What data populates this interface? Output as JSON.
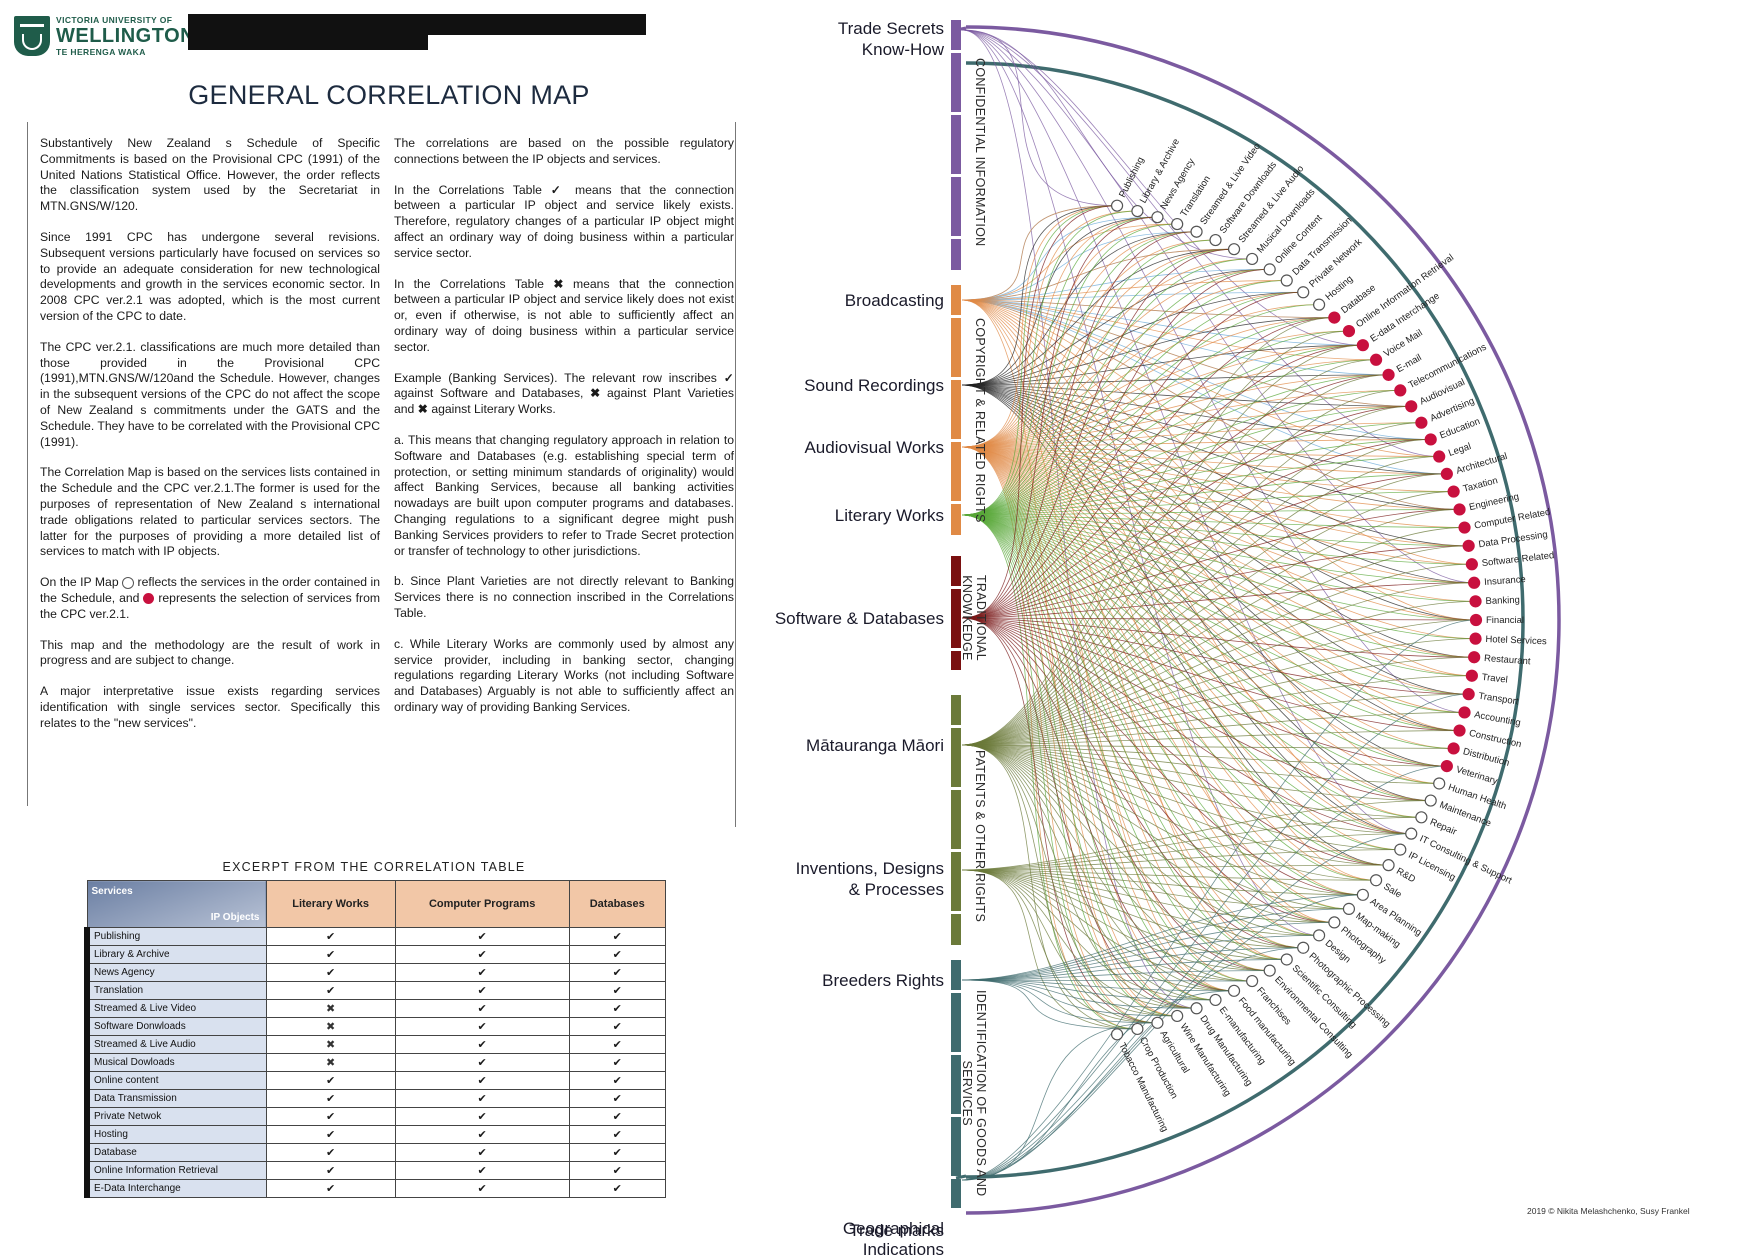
{
  "header": {
    "logo_line1": "VICTORIA UNIVERSITY OF",
    "logo_line2": "WELLINGTON",
    "logo_line3": "TE HERENGA WAKA",
    "title": "GENERAL CORRELATION MAP"
  },
  "left_column": {
    "p1": "Substantively New Zealand s Schedule of Specific Commitments is based on the Provisional CPC (1991) of the United Nations Statistical Office. However, the order reflects the classification system used by the Secretariat in MTN.GNS/W/120.",
    "p2": "Since 1991 CPC has undergone several revisions. Subsequent versions particularly have focused on services so to provide an adequate consideration for new technological developments and growth in the services economic sector. In 2008 CPC ver.2.1 was adopted, which is the most current version of the CPC to date.",
    "p3": "The CPC ver.2.1. classifications are much more detailed than those provided in the Provisional CPC (1991),MTN.GNS/W/120and the Schedule. However, changes in the subsequent versions of the CPC do not affect the scope of New Zealand s commitments under the GATS and the Schedule. They have to be correlated with the Provisional CPC (1991).",
    "p4": "The Correlation Map is based on the services lists contained in the Schedule and the CPC ver.2.1.The former is used for the purposes of representation of New Zealand s international trade obligations related to particular services sectors. The latter for the purposes of providing a more detailed list of services to match with IP objects.",
    "p5a": "On the IP Map",
    "p5b": "reflects the services in the order contained in the Schedule, and",
    "p5c": "represents the selection of services from the CPC ver.2.1.",
    "p6": "This map and the methodology are the result of work in progress and are subject to change.",
    "p7": "A major interpretative issue exists regarding services identification with single services sector. Specifically this relates to the \"new services\"."
  },
  "right_column": {
    "p1": "The correlations are based on the possible regulatory connections between the IP objects and services.",
    "p2a": "In the Correlations Table",
    "p2b": "means that the connection between a particular IP object and service likely exists. Therefore, regulatory changes of a particular IP object might affect an ordinary way of doing business within a particular service sector.",
    "p3a": "In the Correlations Table",
    "p3b": "means that the connection between a particular IP object and service likely does not exist or, even if otherwise, is not able to sufficiently affect an ordinary way of doing business within a particular service sector.",
    "p4a": "Example (Banking Services). The relevant row inscribes",
    "p4b": "against Software and Databases,",
    "p4c": "against Plant Varieties and",
    "p4d": "against Literary Works.",
    "p5": "a. This means that changing regulatory approach in relation to Software and Databases (e.g. establishing special term of protection, or setting minimum standards of originality) would affect Banking Services, because all banking activities nowadays are built upon computer programs and databases. Changing regulations to a significant degree might push Banking Services providers to refer to Trade Secret protection or transfer of technology to other jurisdictions.",
    "p6": "b. Since Plant Varieties are not directly relevant to Banking Services there is no connection inscribed in the Correlations Table.",
    "p7": "c. While Literary Works are commonly used by almost any service provider, including in banking sector, changing regulations regarding Literary Works (not including Software and Databases) Arguably is not able to sufficiently affect an ordinary way of providing Banking Services.",
    "check": "✓",
    "cross": "✖"
  },
  "table": {
    "title": "EXCERPT FROM THE CORRELATION TABLE",
    "corner_top": "Services",
    "corner_bottom": "IP Objects",
    "columns": [
      "Literary Works",
      "Computer Programs",
      "Databases"
    ],
    "rows": [
      {
        "service": "Publishing",
        "marks": [
          "✔",
          "✔",
          "✔"
        ]
      },
      {
        "service": "Library & Archive",
        "marks": [
          "✔",
          "✔",
          "✔"
        ]
      },
      {
        "service": "News Agency",
        "marks": [
          "✔",
          "✔",
          "✔"
        ]
      },
      {
        "service": "Translation",
        "marks": [
          "✔",
          "✔",
          "✔"
        ]
      },
      {
        "service": "Streamed & Live Video",
        "marks": [
          "✖",
          "✔",
          "✔"
        ]
      },
      {
        "service": "Software Donwloads",
        "marks": [
          "✖",
          "✔",
          "✔"
        ]
      },
      {
        "service": "Streamed & Live Audio",
        "marks": [
          "✖",
          "✔",
          "✔"
        ]
      },
      {
        "service": "Musical Dowloads",
        "marks": [
          "✖",
          "✔",
          "✔"
        ]
      },
      {
        "service": "Online content",
        "marks": [
          "✔",
          "✔",
          "✔"
        ]
      },
      {
        "service": "Data Transmission",
        "marks": [
          "✔",
          "✔",
          "✔"
        ]
      },
      {
        "service": "Private Netwok",
        "marks": [
          "✔",
          "✔",
          "✔"
        ]
      },
      {
        "service": "Hosting",
        "marks": [
          "✔",
          "✔",
          "✔"
        ]
      },
      {
        "service": "Database",
        "marks": [
          "✔",
          "✔",
          "✔"
        ]
      },
      {
        "service": "Online Information Retrieval",
        "marks": [
          "✔",
          "✔",
          "✔"
        ]
      },
      {
        "service": "E-Data Interchange",
        "marks": [
          "✔",
          "✔",
          "✔"
        ]
      }
    ]
  },
  "map": {
    "ip_objects": [
      {
        "label": "Trade Secrets\nKnow-How",
        "color": "#7b5aa0"
      },
      {
        "label": "Broadcasting",
        "color": "#6aaad8"
      },
      {
        "label": "Sound Recordings",
        "color": "#e08a45"
      },
      {
        "label": "Audiovisual Works",
        "color": "#222222"
      },
      {
        "label": "Literary Works",
        "color": "#e08a45"
      },
      {
        "label": "Software & Databases",
        "color": "#5aa83a"
      },
      {
        "label": "Mātauranga Māori",
        "color": "#7a1a1a"
      },
      {
        "label": "Inventions, Designs\n& Processes",
        "color": "#6b7a3a"
      },
      {
        "label": "Breeders Rights",
        "color": "#6b7a3a"
      },
      {
        "label": "Geographical\nIndications",
        "color": "#3f6b6e"
      },
      {
        "label": "Trade marks",
        "color": "#3f6b6e"
      }
    ],
    "categories": [
      {
        "label": "CONFIDENTIAL INFORMATION",
        "color": "#7b5aa0"
      },
      {
        "label": "COPYRIGHT & RELATED RIGHTS",
        "color": "#e08a45"
      },
      {
        "label": "TRADITIONAL\nKNOWKEDGE",
        "color": "#7a1010"
      },
      {
        "label": "PATENTS & OTHER RIGHTS",
        "color": "#6b7a3a"
      },
      {
        "label": "IDENTIFICATION OF GOODS AND\nSERVICES",
        "color": "#3f6b6e"
      }
    ],
    "services": [
      {
        "label": "Publishing",
        "filled": false
      },
      {
        "label": "Library & Archive",
        "filled": false
      },
      {
        "label": "News Agency",
        "filled": false
      },
      {
        "label": "Translation",
        "filled": false
      },
      {
        "label": "Streamed & Live Video",
        "filled": false
      },
      {
        "label": "Software Downloads",
        "filled": false
      },
      {
        "label": "Streamed & Live Audio",
        "filled": false
      },
      {
        "label": "Musical Downloads",
        "filled": false
      },
      {
        "label": "Online Content",
        "filled": false
      },
      {
        "label": "Data Transmission",
        "filled": false
      },
      {
        "label": "Private Network",
        "filled": false
      },
      {
        "label": "Hosting",
        "filled": false
      },
      {
        "label": "Database",
        "filled": true
      },
      {
        "label": "Online Information Retrieval",
        "filled": true
      },
      {
        "label": "E-data Interchange",
        "filled": true
      },
      {
        "label": "Voice Mail",
        "filled": true
      },
      {
        "label": "E-mail",
        "filled": true
      },
      {
        "label": "Telecommunications",
        "filled": true
      },
      {
        "label": "Audiovisual",
        "filled": true
      },
      {
        "label": "Advertising",
        "filled": true
      },
      {
        "label": "Education",
        "filled": true
      },
      {
        "label": "Legal",
        "filled": true
      },
      {
        "label": "Architectural",
        "filled": true
      },
      {
        "label": "Taxation",
        "filled": true
      },
      {
        "label": "Engineering",
        "filled": true
      },
      {
        "label": "Computer Related",
        "filled": true
      },
      {
        "label": "Data Processing",
        "filled": true
      },
      {
        "label": "Software Related",
        "filled": true
      },
      {
        "label": "Insurance",
        "filled": true
      },
      {
        "label": "Banking",
        "filled": true
      },
      {
        "label": "Financial",
        "filled": true
      },
      {
        "label": "Hotel Services",
        "filled": true
      },
      {
        "label": "Restaurant",
        "filled": true
      },
      {
        "label": "Travel",
        "filled": true
      },
      {
        "label": "Transport",
        "filled": true
      },
      {
        "label": "Accounting",
        "filled": true
      },
      {
        "label": "Construction",
        "filled": true
      },
      {
        "label": "Distribution",
        "filled": true
      },
      {
        "label": "Veterinary",
        "filled": true
      },
      {
        "label": "Human Health",
        "filled": false
      },
      {
        "label": "Maintenance",
        "filled": false
      },
      {
        "label": "Repair",
        "filled": false
      },
      {
        "label": "IT Consulting & Support",
        "filled": false
      },
      {
        "label": "IP Licensing",
        "filled": false
      },
      {
        "label": "R&D",
        "filled": false
      },
      {
        "label": "Sale",
        "filled": false
      },
      {
        "label": "Area Planning",
        "filled": false
      },
      {
        "label": "Map-making",
        "filled": false
      },
      {
        "label": "Photography",
        "filled": false
      },
      {
        "label": "Design",
        "filled": false
      },
      {
        "label": "Photographic Processing",
        "filled": false
      },
      {
        "label": "Scientific Consulting",
        "filled": false
      },
      {
        "label": "Environmental Consulting",
        "filled": false
      },
      {
        "label": "Franchises",
        "filled": false
      },
      {
        "label": "Food manufacturing",
        "filled": false
      },
      {
        "label": "E-manufacturing",
        "filled": false
      },
      {
        "label": "Drug Manufacturing",
        "filled": false
      },
      {
        "label": "Wine Manufacturing",
        "filled": false
      },
      {
        "label": "Agricultural",
        "filled": false
      },
      {
        "label": "Crop Production",
        "filled": false
      },
      {
        "label": "Tobacco Manufacturing",
        "filled": false
      }
    ],
    "copyright": "2019 © Nikita Melashchenko, Susy Frankel"
  }
}
